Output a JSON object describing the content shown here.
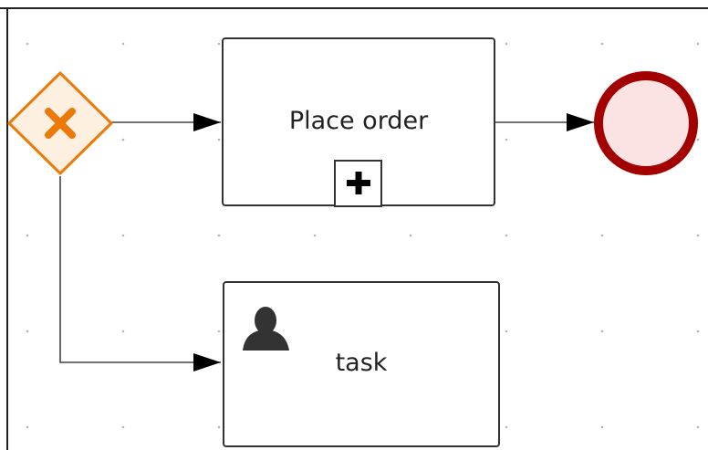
{
  "diagram": {
    "nodes": {
      "gateway": {
        "type": "exclusive-gateway",
        "icon": "x-icon",
        "fill": "#fdf0e1",
        "stroke": "#ec7a08"
      },
      "place_order": {
        "type": "subprocess",
        "label": "Place order",
        "icon": "plus-icon",
        "stroke": "#333333"
      },
      "end_event": {
        "type": "end-event",
        "fill": "#fbe3e3",
        "stroke": "#a30000"
      },
      "task": {
        "type": "user-task",
        "label": "task",
        "icon": "user-icon",
        "stroke": "#333333"
      }
    },
    "edges": [
      {
        "from": "gateway",
        "to": "place_order"
      },
      {
        "from": "place_order",
        "to": "end_event"
      },
      {
        "from": "gateway",
        "to": "task"
      }
    ]
  },
  "colors": {
    "grid_dot": "#b5b5b5",
    "edge": "#444444",
    "arrow": "#000000"
  }
}
